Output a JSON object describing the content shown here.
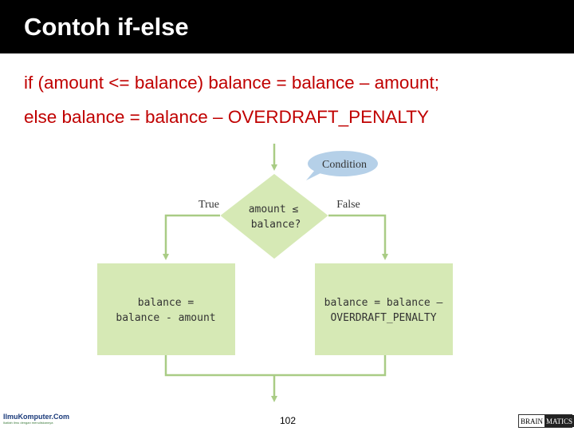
{
  "slide": {
    "title": "Contoh if-else",
    "code_line_1": "if (amount <= balance) balance = balance – amount;",
    "code_line_2": "else balance = balance – OVERDRAFT_PENALTY",
    "page_number": "102"
  },
  "flowchart": {
    "callout": "Condition",
    "decision_line_1": "amount ≤",
    "decision_line_2": "balance?",
    "true_label": "True",
    "false_label": "False",
    "true_box_line_1": "balance =",
    "true_box_line_2": "balance - amount",
    "false_box_line_1": "balance = balance –",
    "false_box_line_2": "OVERDRAFT_PENALTY",
    "fill_color": "#d6e9b5",
    "line_color": "#a9cc85"
  },
  "footer": {
    "left_logo_text": "IlmuKomputer.Com",
    "left_logo_tagline": "Ikatlah ilmu dengan menuliskannya",
    "right_logo_text_a": "BRAIN",
    "right_logo_text_b": "MATICS"
  }
}
